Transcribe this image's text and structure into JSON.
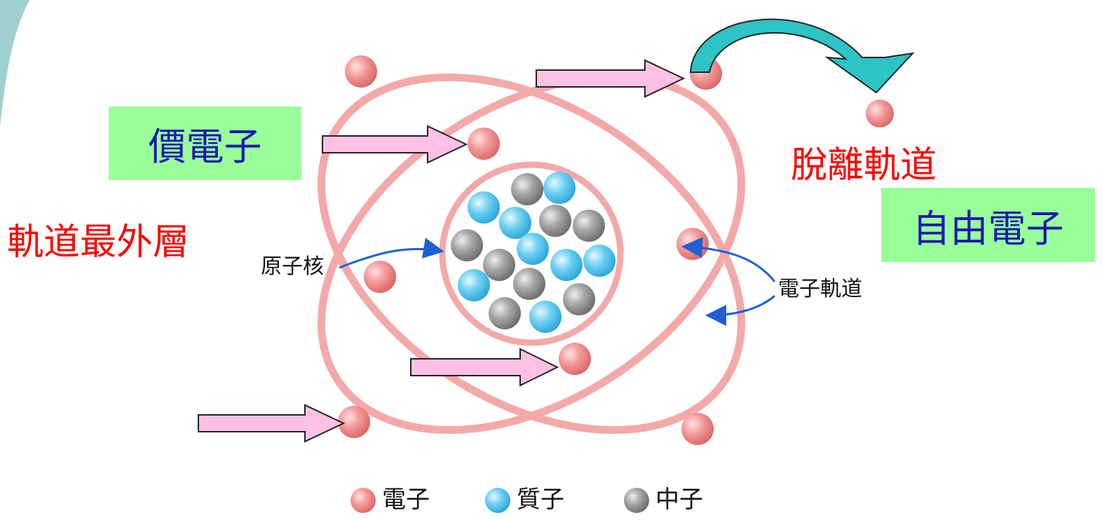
{
  "labels": {
    "valence_electron": "價電子",
    "outermost_orbit": "軌道最外層",
    "nucleus": "原子核",
    "escape_orbit": "脫離軌道",
    "free_electron": "自由電子",
    "electron_orbit": "電子軌道"
  },
  "legend": [
    {
      "label": "電子",
      "color": "#f28b8b"
    },
    {
      "label": "質子",
      "color": "#5ec8ee"
    },
    {
      "label": "中子",
      "color": "#9a9a9a"
    }
  ],
  "colors": {
    "orbit": "#f4a9a9",
    "electron": "#f28b8b",
    "proton": "#5ec8ee",
    "neutron": "#9a9a9a",
    "arrow_fill": "#ffc0e6",
    "curved_arrow": "#2cc4c4",
    "label_box": "#99ff99",
    "pointer_line": "#1f5fd6",
    "corner_accent": "#9fd0cf"
  }
}
